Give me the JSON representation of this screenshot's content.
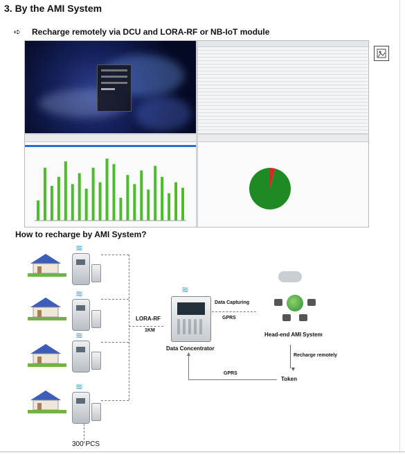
{
  "heading": "3.  By the AMI System",
  "bullet": {
    "icon": "arrow-right-icon",
    "text": "Recharge remotely via DCU and LORA-RF or NB-IoT module"
  },
  "subheading": "How to recharge by AMI System?",
  "diagram": {
    "lora_label": "LORA-RF",
    "distance_label": "1KM",
    "concentrator_label": "Data Concentrator",
    "capture_label": "Data Capturing",
    "gprs_top_label": "GPRS",
    "headend_label": "Head-end AMI System",
    "recharge_label": "Recharge remotely",
    "token_label": "Token",
    "gprs_bottom_label": "GPRS",
    "quantity_label": "300 PCS"
  },
  "colors": {
    "bar_green": "#4cbb2e",
    "pie_green": "#1f8a24",
    "pie_red": "#d62828",
    "wifi_blue": "#3a9fd6"
  },
  "chart_data": [
    {
      "type": "bar",
      "values": [
        22,
        58,
        38,
        48,
        65,
        40,
        52,
        35,
        58,
        42,
        68,
        62,
        25,
        50,
        40,
        55,
        34,
        60,
        48,
        30,
        42,
        36
      ],
      "color": "#4cbb2e"
    },
    {
      "type": "pie",
      "values": [
        96,
        4
      ],
      "colors": [
        "#1f8a24",
        "#d62828"
      ]
    }
  ]
}
